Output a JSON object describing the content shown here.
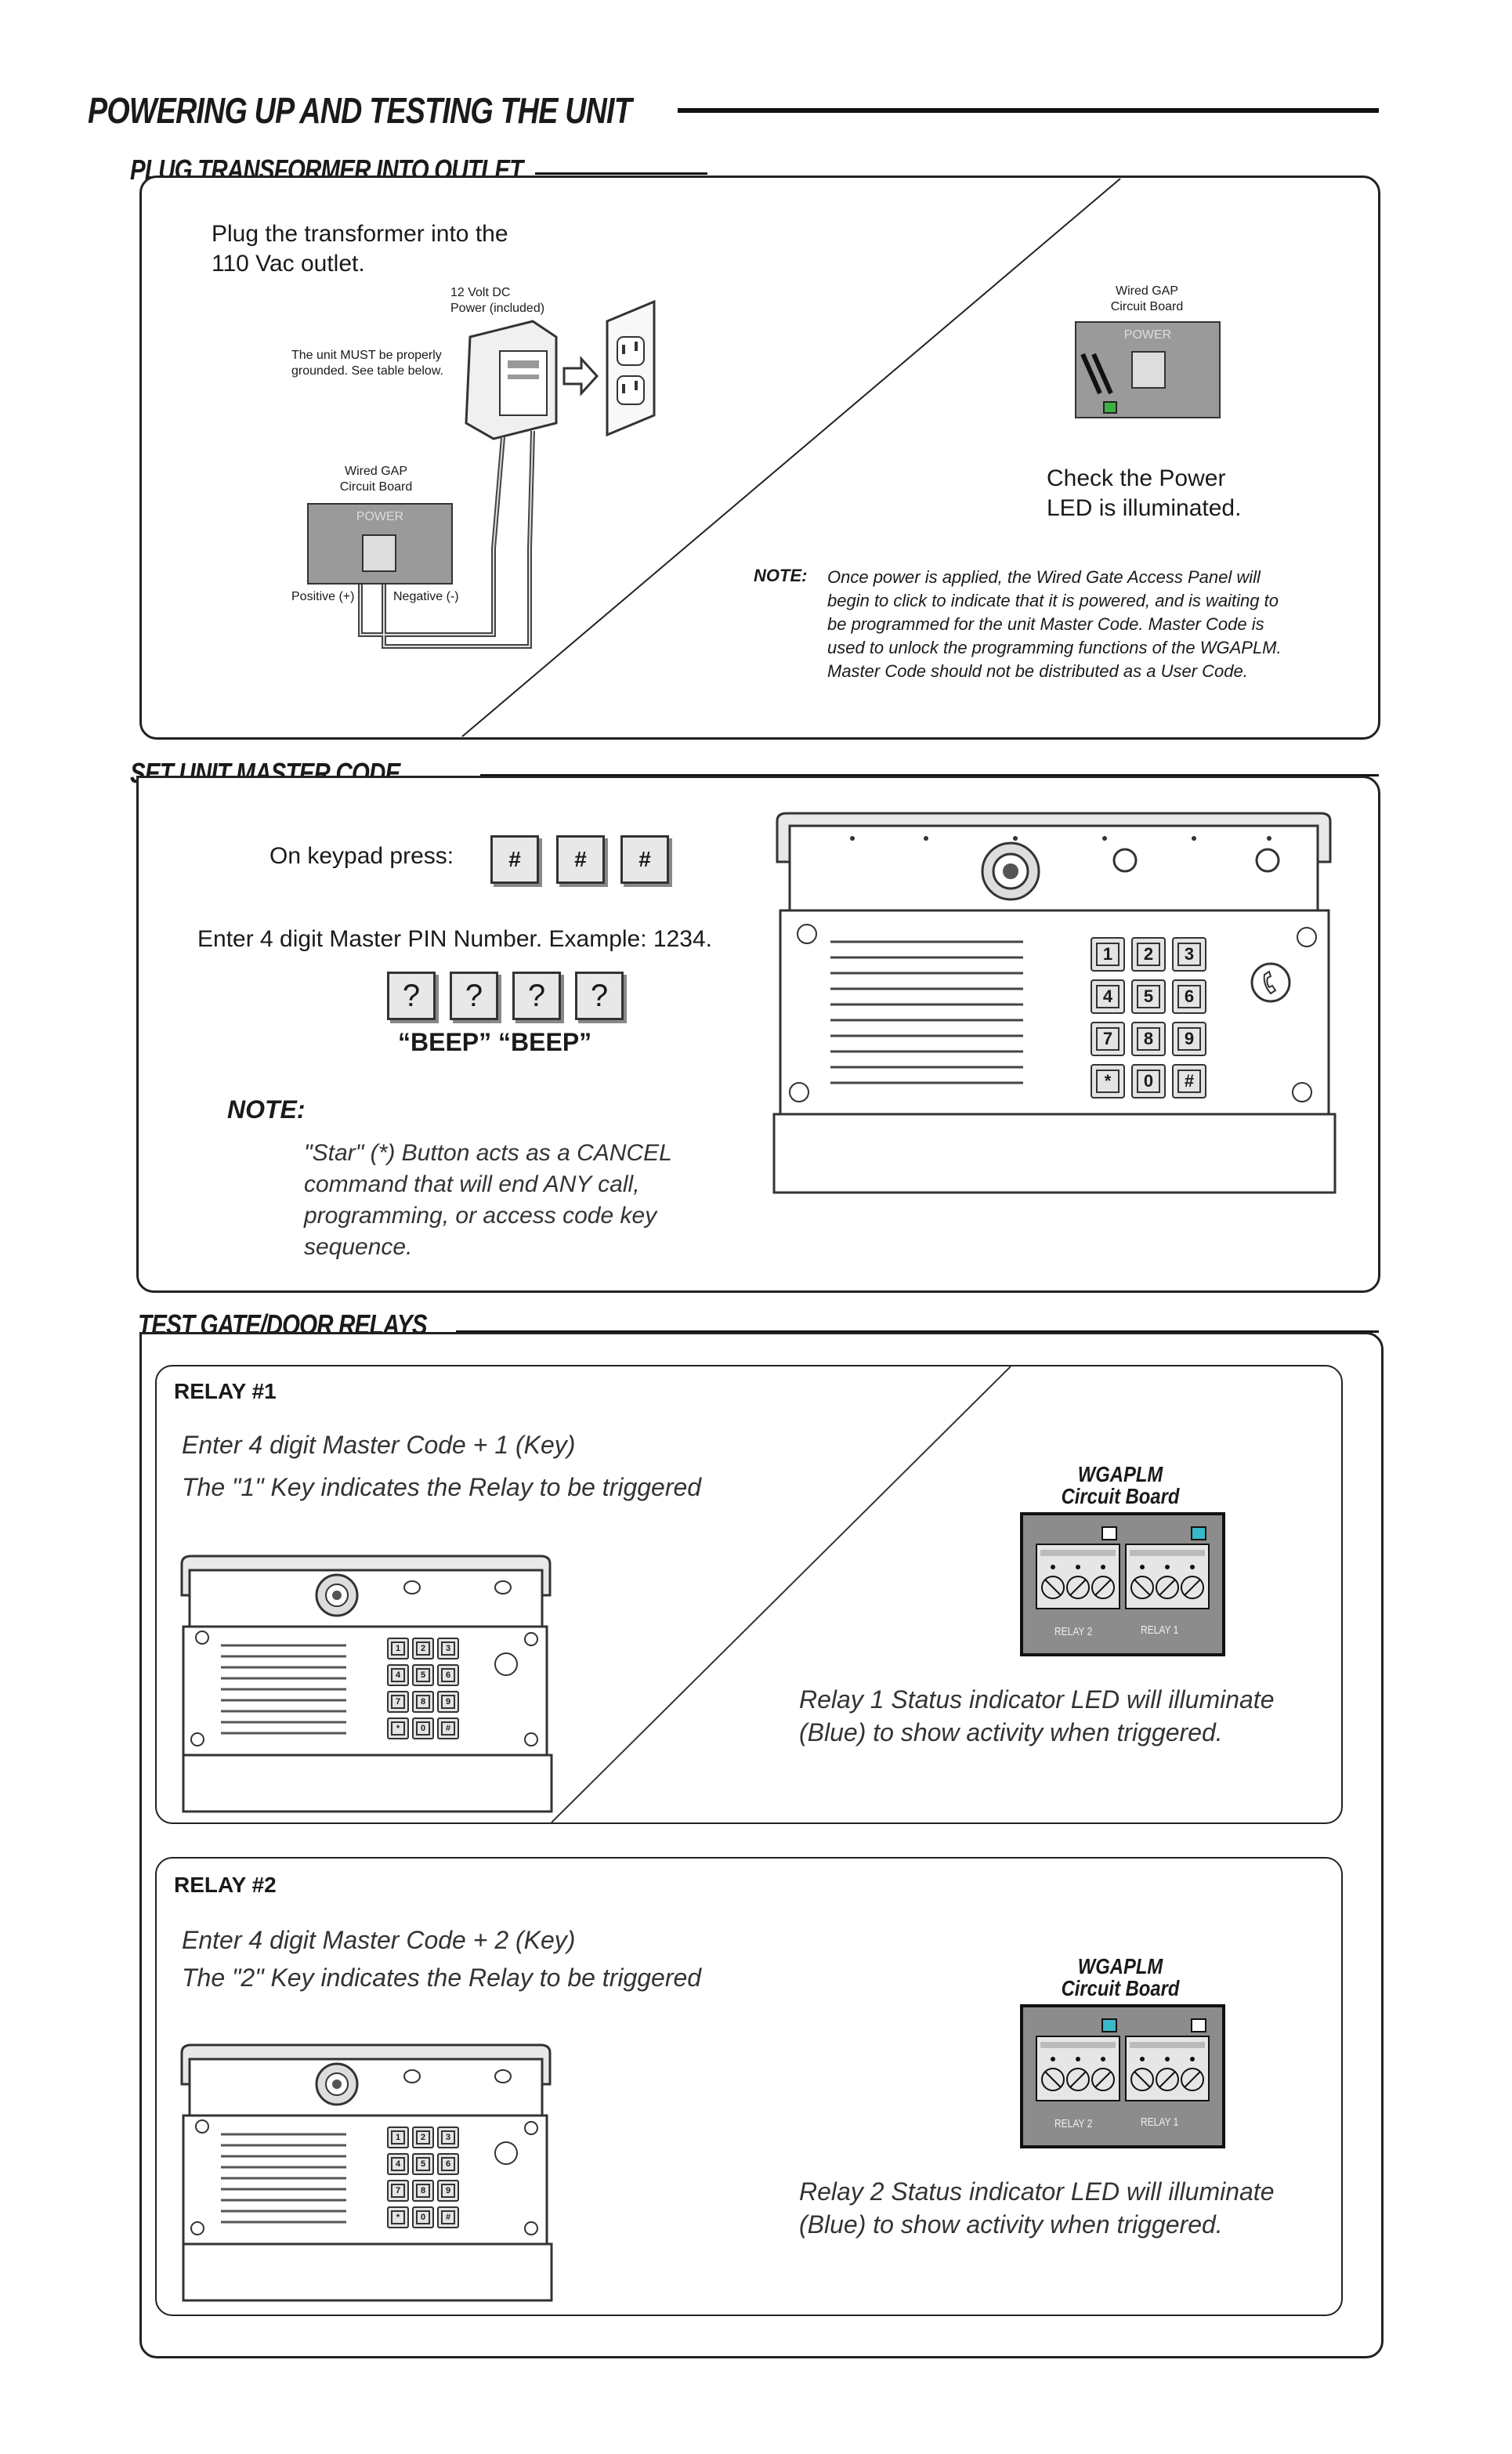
{
  "page": {
    "title": "POWERING UP AND TESTING THE UNIT"
  },
  "section1": {
    "heading": "PLUG TRANSFORMER INTO OUTLET",
    "instruction_line1": "Plug the transformer into the",
    "instruction_line2": "110 Vac outlet.",
    "power_label_line1": "12 Volt DC",
    "power_label_line2": "Power (included)",
    "ground_note_line1": "The unit MUST be properly",
    "ground_note_line2": "grounded. See table below.",
    "board_label_line1": "Wired GAP",
    "board_label_line2": "Circuit Board",
    "board_power": "POWER",
    "positive_label": "Positive (+)",
    "negative_label": "Negative (-)",
    "right_board_label_line1": "Wired GAP",
    "right_board_label_line2": "Circuit Board",
    "right_board_power": "POWER",
    "check_line1": "Check the Power",
    "check_line2": "LED is illuminated.",
    "note_label": "NOTE:",
    "note_lines": [
      "Once power is applied, the Wired Gate Access Panel will",
      "begin to click to indicate that it is powered, and is waiting to",
      "be programmed for the unit Master Code. Master Code is",
      "used to unlock the programming functions of the WGAPLM.",
      "Master Code should not be distributed as a User Code."
    ]
  },
  "section2": {
    "heading": "SET UNIT MASTER CODE",
    "keypad_press": "On keypad press:",
    "hash_keys": [
      "#",
      "#",
      "#"
    ],
    "enter_pin": "Enter 4 digit Master PIN Number. Example: 1234.",
    "pin_keys": [
      "?",
      "?",
      "?",
      "?"
    ],
    "beep": "“BEEP” “BEEP”",
    "note_label": "NOTE:",
    "note_lines": [
      "\"Star\" (*) Button acts as a CANCEL",
      "command that will end ANY call,",
      "programming, or access code key",
      "sequence."
    ],
    "keypad_keys": [
      "1",
      "2",
      "3",
      "4",
      "5",
      "6",
      "7",
      "8",
      "9",
      "*",
      "0",
      "#"
    ]
  },
  "section3": {
    "heading": "TEST GATE/DOOR RELAYS",
    "relay1": {
      "title": "RELAY #1",
      "line1": "Enter 4 digit Master Code + 1 (Key)",
      "line2": "The \"1\" Key indicates the Relay to be triggered",
      "board_title_line1": "WGAPLM",
      "board_title_line2": "Circuit Board",
      "board_relay_left": "RELAY 2",
      "board_relay_right": "RELAY 1",
      "status_line1": "Relay 1 Status indicator LED will illuminate",
      "status_line2": "(Blue) to show activity when triggered."
    },
    "relay2": {
      "title": "RELAY #2",
      "line1": "Enter 4 digit Master Code + 2 (Key)",
      "line2": "The \"2\" Key indicates the Relay to be triggered",
      "board_title_line1": "WGAPLM",
      "board_title_line2": "Circuit Board",
      "board_relay_left": "RELAY 2",
      "board_relay_right": "RELAY 1",
      "status_line1": "Relay 2 Status indicator LED will illuminate",
      "status_line2": "(Blue) to show activity when triggered."
    }
  },
  "colors": {
    "board_gray": "#9a9a9a",
    "led_green": "#3cb043",
    "led_blue": "#39b8c8",
    "text": "#1a1a1a"
  }
}
